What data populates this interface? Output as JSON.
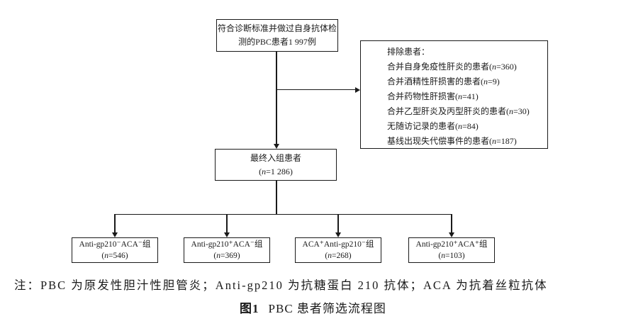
{
  "flowchart": {
    "top_box": {
      "line1": "符合诊断标准并做过自身抗体检",
      "line2": "测的PBC患者1 997例"
    },
    "exclusion_box": {
      "title": "排除患者：",
      "items": [
        "合并自身免疫性肝炎的患者(n=360)",
        "合并酒精性肝损害的患者(n=9)",
        "合并药物性肝损害(n=41)",
        "合并乙型肝炎及丙型肝炎的患者(n=30)",
        "无随访记录的患者(n=84)",
        "基线出现失代偿事件的患者(n=187)"
      ]
    },
    "enrolled_box": {
      "line1": "最终入组患者",
      "line2": "(n=1 286)"
    },
    "group_boxes": [
      {
        "name": "Anti-gp210⁻ACA⁻组",
        "count": "(n=546)"
      },
      {
        "name": "Anti-gp210⁺ACA⁻组",
        "count": "(n=369)"
      },
      {
        "name": "ACA⁺Anti-gp210⁻组",
        "count": "(n=268)"
      },
      {
        "name": "Anti-gp210⁺ACA⁺组",
        "count": "(n=103)"
      }
    ]
  },
  "note": "注：PBC 为原发性胆汁性胆管炎；Anti-gp210 为抗糖蛋白 210 抗体；ACA 为抗着丝粒抗体",
  "caption": {
    "label": "图1",
    "title": "PBC 患者筛选流程图"
  },
  "colors": {
    "line": "#1a1a1a",
    "text": "#1a1a1a",
    "background": "#ffffff"
  }
}
